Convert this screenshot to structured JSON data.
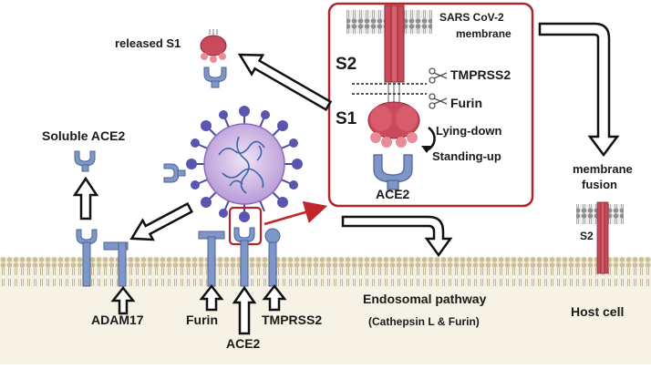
{
  "labels": {
    "released_s1": "released S1",
    "soluble_ace2": "Soluble ACE2",
    "adam17": "ADAM17",
    "furin_bottom": "Furin",
    "ace2_bottom": "ACE2",
    "tmprss2_bottom": "TMPRSS2",
    "endosomal_pathway": "Endosomal pathway",
    "endosomal_enzymes": "(Cathepsin L & Furin)",
    "host_cell": "Host cell",
    "membrane_fusion_1": "membrane",
    "membrane_fusion_2": "fusion",
    "s2_small": "S2",
    "inset": {
      "virus_membrane_1": "SARS CoV-2",
      "virus_membrane_2": "membrane",
      "s2": "S2",
      "s1": "S1",
      "tmprss2": "TMPRSS2",
      "furin": "Furin",
      "lying_down": "Lying-down",
      "standing_up": "Standing-up",
      "ace2": "ACE2"
    }
  },
  "colors": {
    "membrane_top": "#cbbf9a",
    "membrane_bottom": "#e2dac2",
    "receptor_blue": "#7e97c8",
    "receptor_stroke": "#4c6496",
    "spike_red": "#c94a5a",
    "spike_pink": "#e28a96",
    "virion_fill": "#d9c6ea",
    "virion_spike": "#4e4aa0",
    "inset_border": "#b0262e",
    "red_arrow": "#c0272d"
  },
  "icons": [
    "scissors-icon",
    "curved-arrow-icon"
  ]
}
